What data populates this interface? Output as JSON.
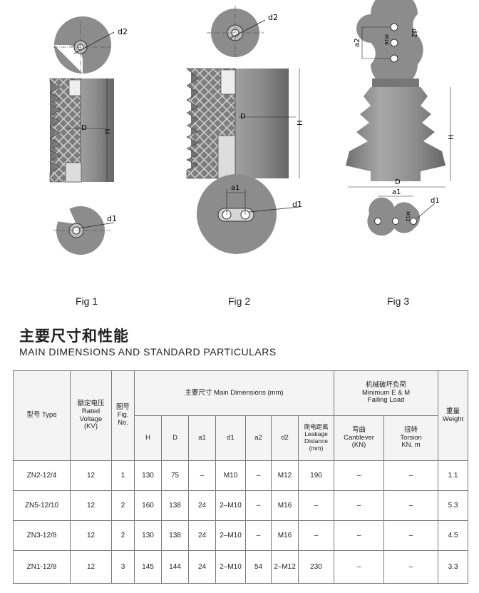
{
  "figures": {
    "captions": [
      "Fig 1",
      "Fig 2",
      "Fig 3"
    ],
    "labels": {
      "fig1": [
        "d2",
        "D",
        "H",
        "d1"
      ],
      "fig2": [
        "d2",
        "D",
        "H",
        "a1",
        "d1"
      ],
      "fig3": [
        "a2",
        "d2",
        "M16",
        "D",
        "H",
        "a1",
        "M12",
        "d1"
      ]
    }
  },
  "section": {
    "title_cn": "主要尺寸和性能",
    "title_en": "MAIN DIMENSIONS AND STANDARD PARTICULARS"
  },
  "table": {
    "headers": {
      "type": "型号 Type",
      "voltage": [
        "额定电压",
        "Rated",
        "Voltage",
        "(KV)"
      ],
      "fig": [
        "图号",
        "Fig.",
        "No."
      ],
      "main_dim": "主要尺寸 Main Dimensions (mm)",
      "failing": [
        "机械破坏负荷",
        "Minimum E & M",
        "Failing Load"
      ],
      "weight": [
        "重量",
        "Weight"
      ],
      "H": "H",
      "D": "D",
      "a1": "a1",
      "d1": "d1",
      "a2": "a2",
      "d2": "d2",
      "leakage": [
        "爬电距离",
        "Leakage",
        "Distance",
        "(mm)"
      ],
      "cantilever": [
        "弯曲",
        "Cantilever",
        "(KN)"
      ],
      "torsion": [
        "扭转",
        "Torsion",
        "KN. m"
      ]
    },
    "rows": [
      {
        "type": "ZN2-12/4",
        "voltage": "12",
        "fig": "1",
        "H": "130",
        "D": "75",
        "a1": "–",
        "d1": "M10",
        "a2": "–",
        "d2": "M12",
        "leakage": "190",
        "cantilever": "–",
        "torsion": "–",
        "weight": "1.1"
      },
      {
        "type": "ZN5-12/10",
        "voltage": "12",
        "fig": "2",
        "H": "160",
        "D": "138",
        "a1": "24",
        "d1": "2–M10",
        "a2": "–",
        "d2": "M16",
        "leakage": "–",
        "cantilever": "–",
        "torsion": "–",
        "weight": "5.3"
      },
      {
        "type": "ZN3-12/8",
        "voltage": "12",
        "fig": "2",
        "H": "130",
        "D": "138",
        "a1": "24",
        "d1": "2–M10",
        "a2": "–",
        "d2": "M16",
        "leakage": "–",
        "cantilever": "–",
        "torsion": "–",
        "weight": "4.5"
      },
      {
        "type": "ZN1-12/8",
        "voltage": "12",
        "fig": "3",
        "H": "145",
        "D": "144",
        "a1": "24",
        "d1": "2–M10",
        "a2": "54",
        "d2": "2–M12",
        "leakage": "230",
        "cantilever": "–",
        "torsion": "–",
        "weight": "3.3"
      }
    ]
  },
  "colors": {
    "insulator": "#8c8c8c",
    "hatch": "#d8d8d8",
    "border": "#7a7a7a"
  }
}
